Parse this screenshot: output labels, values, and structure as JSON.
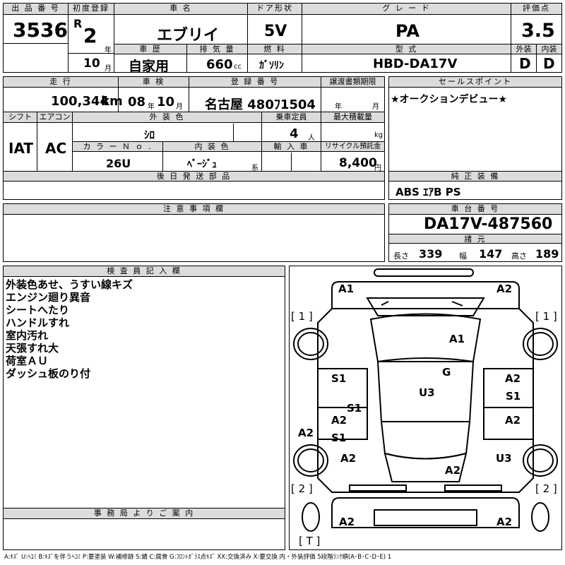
{
  "labels": {
    "lot_no": "出 品 番 号",
    "first_reg": "初度登録",
    "car_name": "車 名",
    "door": "ドア形状",
    "grade": "グ レ ー ド",
    "score": "評価点",
    "history": "車 歴",
    "displacement": "排 気 量",
    "fuel": "燃 料",
    "model": "型 式",
    "exterior": "外装",
    "interior": "内装",
    "mileage": "走 行",
    "inspection": "車 検",
    "reg_no": "登 録 番 号",
    "transfer": "譲渡書類期限",
    "sales_point": "セールスポイント",
    "shift": "シフト",
    "aircon": "エアコン",
    "ext_color": "外 装 色",
    "capacity": "乗車定員",
    "max_load": "最大積載量",
    "color_no": "カ ラ ー Ｎ ｏ .",
    "int_color": "内 装 色",
    "import": "輸 入 車",
    "recycle": "リサイクル預託金",
    "later_parts": "後 日 発 送 部 品",
    "genuine": "純 正 装 備",
    "caution": "注 意 事 項 欄",
    "chassis": "車 台 番 号",
    "specs": "諸 元",
    "inspector": "検 査 員 記 入 欄",
    "office": "事 務 局 よ り ご 案 内"
  },
  "values": {
    "lot_no": "3536",
    "era": "R",
    "year": "2",
    "year_unit": "年",
    "month": "10",
    "month_unit": "月",
    "car_name": "エブリイ",
    "door": "5V",
    "grade": "PA",
    "score": "3.5",
    "history": "自家用",
    "displacement": "660",
    "cc_unit": "cc",
    "fuel": "ｶﾞｿﾘﾝ",
    "model": "HBD-DA17V",
    "exterior_grade": "D",
    "interior_grade": "D",
    "mileage": "100,344",
    "km_unit": "km",
    "insp_year": "08",
    "insp_month": "10",
    "insp_year_unit": "年",
    "insp_month_unit": "月",
    "reg_no": "名古屋 480ﾌ1504",
    "transfer_year": "年",
    "transfer_month": "月",
    "sales_point": "★オークションデビュー★",
    "shift": "IAT",
    "aircon": "AC",
    "ext_color": "ｼﾛ",
    "capacity": "4",
    "capacity_unit": "人",
    "max_load_unit": "kg",
    "color_no": "26U",
    "int_color": "ﾍﾞｰｼﾞｭ",
    "int_color_unit": "系",
    "recycle": "8,400",
    "recycle_unit": "円",
    "genuine": "ABS ｴｱB PS",
    "chassis": "DA17V-487560",
    "length_label": "長さ",
    "length": "339",
    "width_label": "幅",
    "width": "147",
    "height_label": "高さ",
    "height": "189"
  },
  "inspector_notes": [
    "外装色あせ、うすい線キズ",
    "エンジン廻り異音",
    "シートへたり",
    "ハンドルすれ",
    "室内汚れ",
    "天張すれ大",
    "荷室ＡＵ",
    "ダッシュ板のり付"
  ],
  "diagram": {
    "marks": [
      "A1",
      "A2",
      "A1",
      "G",
      "U3",
      "S1",
      "A2",
      "S1",
      "S1",
      "A2",
      "A2",
      "S1",
      "A2",
      "A2",
      "U3",
      "A2",
      "A2",
      "A2"
    ],
    "brackets": [
      "[ 1 ]",
      "[ 1 ]",
      "[ 2 ]",
      "[ 2 ]",
      "[ T ]"
    ]
  },
  "legend": "A:ｷｽﾞ U:ﾍｺﾐ B:ｷｽﾞを伴うﾍｺﾐ P:要塗装 W:補修跡 S:錆 C:腐食 G:ﾌﾛﾝﾄｶﾞﾗｽ点ｷｽﾞ XX:交換済み X:要交換 内・外装評価 5段階ﾗﾝｸ順(A･B･C･D･E) 1"
}
